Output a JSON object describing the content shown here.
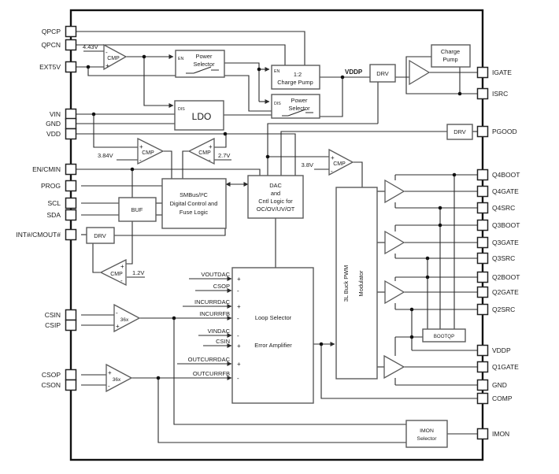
{
  "diagram": {
    "left_pins": [
      "QPCP",
      "QPCN",
      "EXT5V",
      "VIN",
      "GND",
      "VDD",
      "EN/CMIN",
      "PROG",
      "SCL",
      "SDA",
      "INT#/CMOUT#",
      "CSIN",
      "CSIP",
      "CSOP",
      "CSON"
    ],
    "right_pins": [
      "IGATE",
      "ISRC",
      "PGOOD",
      "Q4BOOT",
      "Q4GATE",
      "Q4SRC",
      "Q3BOOT",
      "Q3GATE",
      "Q3SRC",
      "Q2BOOT",
      "Q2GATE",
      "Q2SRC",
      "VDDP",
      "Q1GATE",
      "GND",
      "COMP",
      "IMON"
    ],
    "blocks": {
      "power_selector1": {
        "line1": "Power",
        "line2": "Selector",
        "ctrl": "EN"
      },
      "charge_pump_12": {
        "line1": "1:2",
        "line2": "Charge Pump",
        "ctrl": "EN"
      },
      "power_selector2": {
        "line1": "Power",
        "line2": "Selector",
        "ctrl": "DIS"
      },
      "ldo": {
        "label": "LDO",
        "ctrl": "DIS"
      },
      "drv_igate": "DRV",
      "charge_pump": {
        "line1": "Charge",
        "line2": "Pump"
      },
      "drv_pgood": "DRV",
      "buf": "BUF",
      "drv_int": "DRV",
      "smbus": {
        "line1": "SMBus/I²C",
        "line2": "Digital Control and",
        "line3": "Fuse Logic"
      },
      "dac": {
        "line1": "DAC",
        "line2": "and",
        "line3": "Cntl Logic for",
        "line4": "OC/OV/UV/OT"
      },
      "modulator": {
        "line1": "3L Buck PWM",
        "line2": "Modulator"
      },
      "error_amp": {
        "line1": "Loop Selector",
        "line2": "Error Amplifier"
      },
      "bootqp": "BOOTQP",
      "imon_selector": {
        "line1": "IMON",
        "line2": "Selector"
      }
    },
    "comparators": {
      "label": "CMP",
      "thresholds": {
        "cmp1": "4.43V",
        "cmp2": "3.84V",
        "cmp3": "2.7V",
        "cmp4": "3.8V",
        "cmp5": "1.2V"
      }
    },
    "amplifier_gain": "36x",
    "net_labels": {
      "vddp": "VDDP"
    },
    "polarity": {
      "plus": "+",
      "minus": "-"
    },
    "error_amp_inputs": [
      {
        "label": "VOUTDAC",
        "sign": "+"
      },
      {
        "label": "CSOP",
        "sign": "-"
      },
      {
        "label": "INCURRDAC",
        "sign": "+"
      },
      {
        "label": "INCURRFB",
        "sign": "-"
      },
      {
        "label": "VINDAC",
        "sign": "-"
      },
      {
        "label": "CSIN",
        "sign": "+"
      },
      {
        "label": "OUTCURRDAC",
        "sign": "+"
      },
      {
        "label": "OUTCURRFB",
        "sign": "-"
      }
    ],
    "colors": {
      "wire": "#2b2b2b",
      "box_stroke": "#5a5a5a",
      "text": "#1a1a1a",
      "background": "#ffffff"
    }
  }
}
